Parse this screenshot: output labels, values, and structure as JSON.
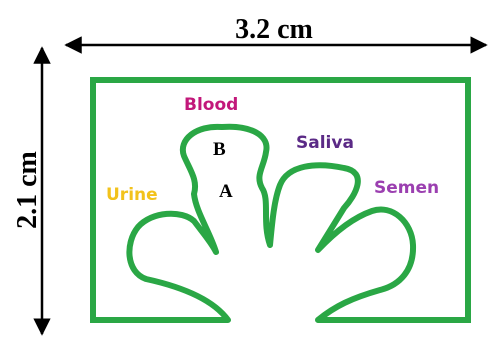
{
  "dimensions": {
    "width_label": "3.2 cm",
    "height_label": "2.1 cm"
  },
  "zones": {
    "blood": {
      "label": "Blood",
      "color": "#c2187a"
    },
    "saliva": {
      "label": "Saliva",
      "color": "#5b2a86"
    },
    "semen": {
      "label": "Semen",
      "color": "#9b3fb0"
    },
    "urine": {
      "label": "Urine",
      "color": "#f2c21b"
    }
  },
  "markers": {
    "b": "B",
    "a": "A"
  },
  "colors": {
    "outline": "#2aa745",
    "arrow": "#000000"
  }
}
